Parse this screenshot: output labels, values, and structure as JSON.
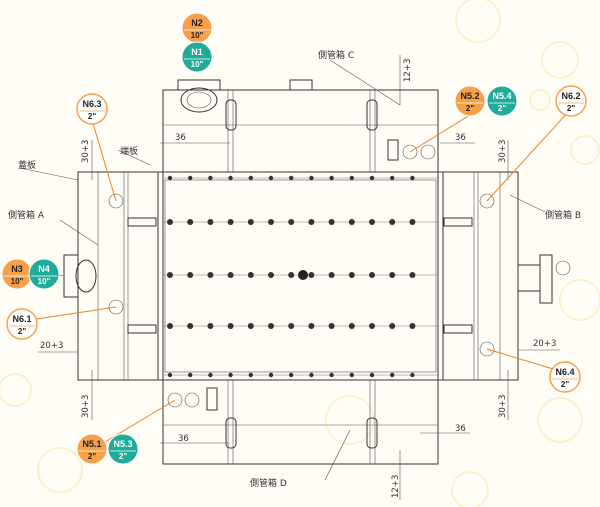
{
  "colors": {
    "orange": "#f7a04a",
    "teal": "#1faa9a",
    "line": "#333333",
    "leader": "#e8842a"
  },
  "labels": {
    "box_c": "側管箱 C",
    "box_d": "側管箱 D",
    "box_a": "側管箱 A",
    "box_b": "側管箱 B",
    "cover": "蓋板",
    "end_plate": "端板"
  },
  "dims": {
    "d_12_3_top": "12+3",
    "d_12_3_bottom": "12+3",
    "d_36_tl": "36",
    "d_36_tr": "36",
    "d_36_bl": "36",
    "d_36_br": "36",
    "d_30_3_tl": "30+3",
    "d_30_3_tr": "30+3",
    "d_30_3_bl": "30+3",
    "d_30_3_br": "30+3",
    "d_20_3_l": "20+3",
    "d_20_3_r": "20+3"
  },
  "nozzles": {
    "n2": {
      "name": "N2",
      "size": "10\""
    },
    "n1": {
      "name": "N1",
      "size": "10\""
    },
    "n63": {
      "name": "N6.3",
      "size": "2\""
    },
    "n52": {
      "name": "N5.2",
      "size": "2\""
    },
    "n54": {
      "name": "N5.4",
      "size": "2\""
    },
    "n62": {
      "name": "N6.2",
      "size": "2\""
    },
    "n3": {
      "name": "N3",
      "size": "10\""
    },
    "n4": {
      "name": "N4",
      "size": "10\""
    },
    "n61": {
      "name": "N6.1",
      "size": "2\""
    },
    "n64": {
      "name": "N6.4",
      "size": "2\""
    },
    "n51": {
      "name": "N5.1",
      "size": "2\""
    },
    "n53": {
      "name": "N5.3",
      "size": "2\""
    }
  }
}
